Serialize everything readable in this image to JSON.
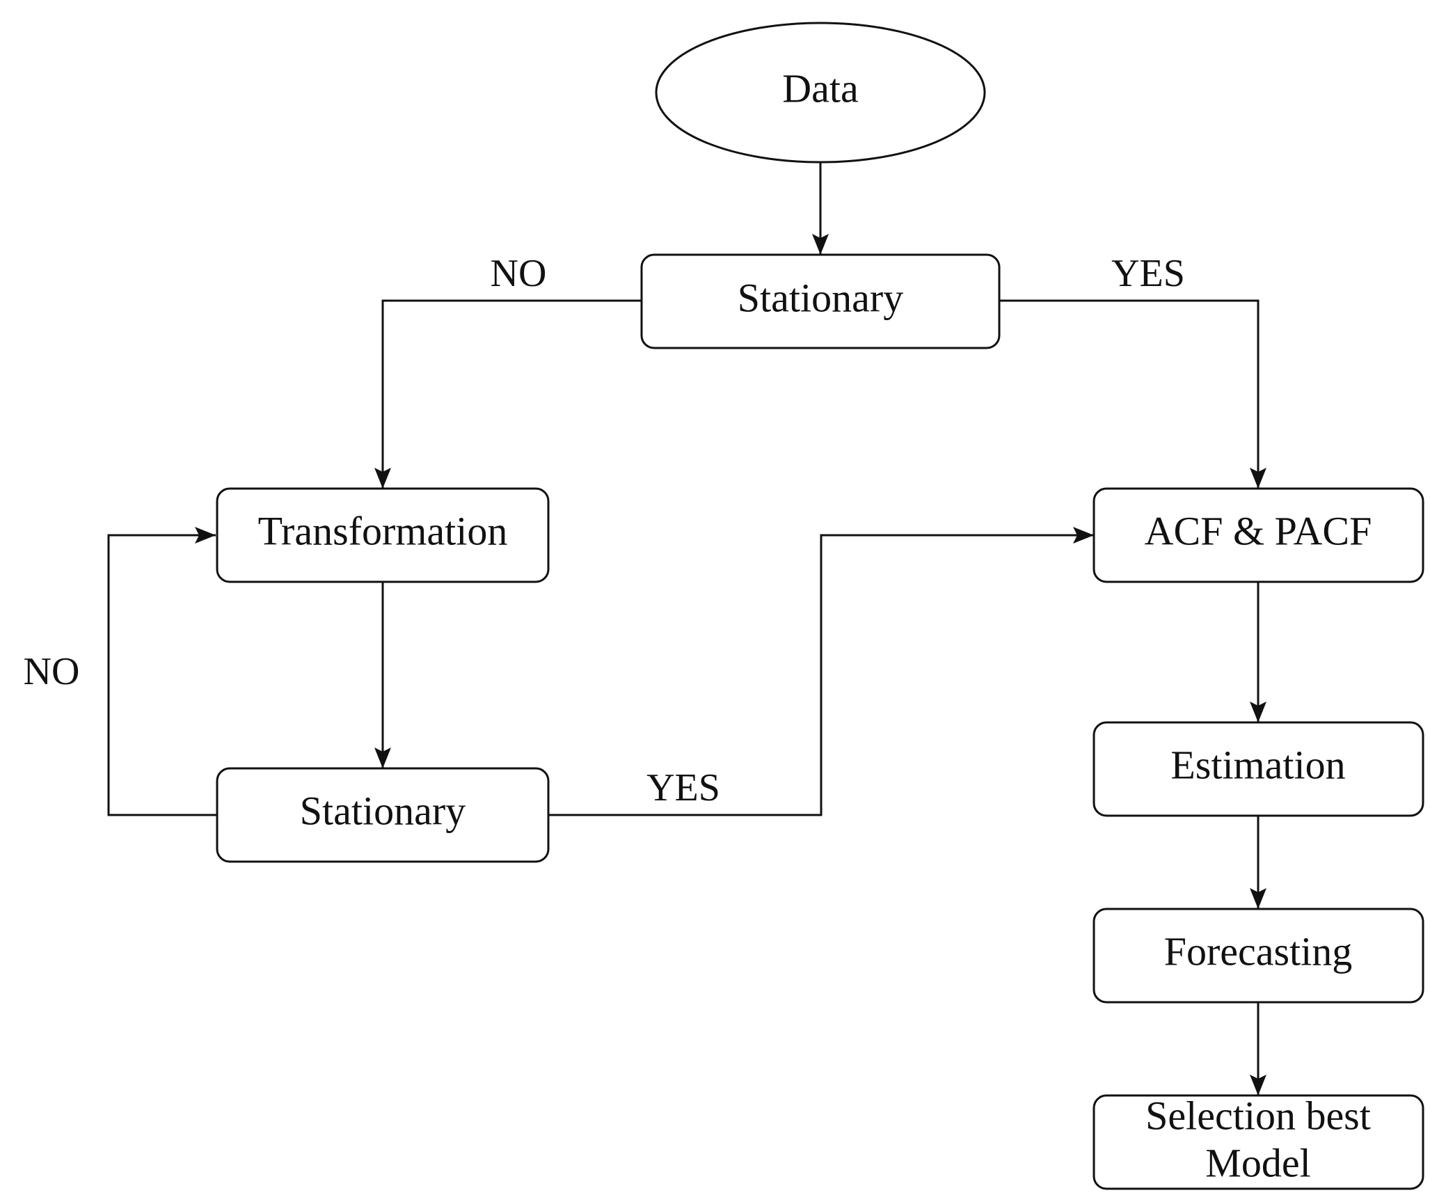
{
  "nodes": {
    "data": "Data",
    "stationary_top": "Stationary",
    "transformation": "Transformation",
    "stationary_bottom": "Stationary",
    "acf_pacf": "ACF & PACF",
    "estimation": "Estimation",
    "forecasting": "Forecasting",
    "selection_line1": "Selection best",
    "selection_line2": "Model"
  },
  "edge_labels": {
    "top_no": "NO",
    "top_yes": "YES",
    "loop_no": "NO",
    "bottom_yes": "YES"
  },
  "colors": {
    "stroke": "#111111",
    "background": "#ffffff"
  }
}
